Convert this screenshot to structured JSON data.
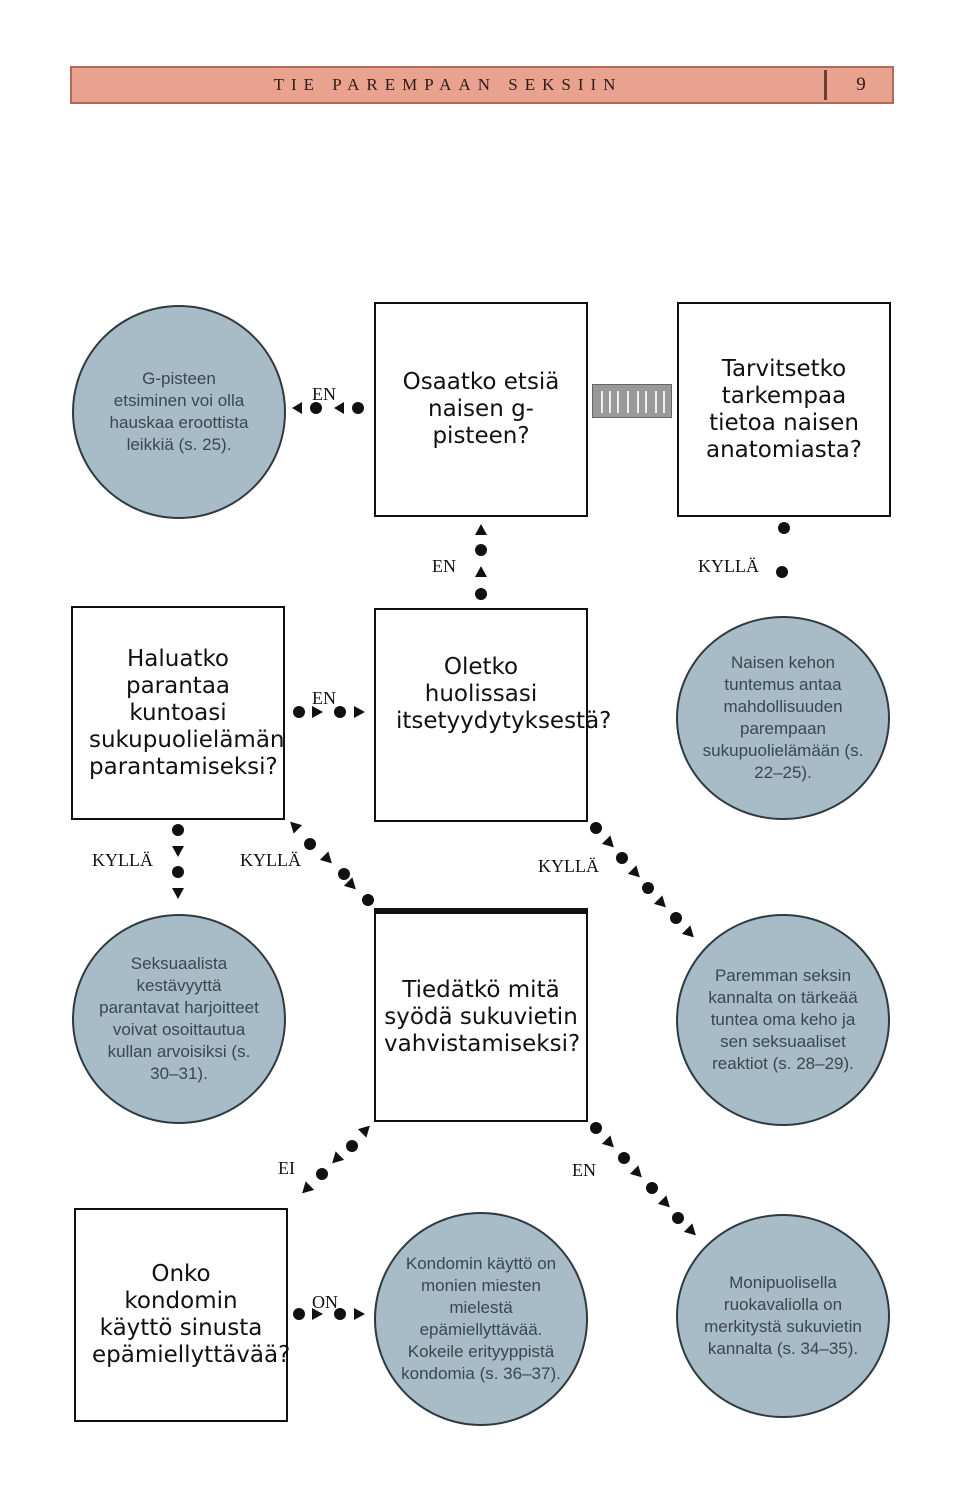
{
  "header": {
    "title": "TIE PAREMPAAN SEKSIIN",
    "page_number": "9"
  },
  "questions": {
    "gspot": "Osaatko etsiä naisen g-pisteen?",
    "anatomy": "Tarvitsetko tarkempaa tietoa naisen anatomiasta?",
    "fitness": "Haluatko parantaa kuntoasi sukupuolielämän parantamiseksi?",
    "satisfaction": "Oletko huolissasi itsetyydytyksestä?",
    "food": "Tiedätkö mitä syödä sukuvietin vahvistamiseksi?",
    "condom": "Onko kondomin käyttö sinusta epämiellyttävää?"
  },
  "info_circles": {
    "gspot": "G-pisteen etsiminen voi olla hauskaa eroottista leikkiä (s. 25).",
    "body": "Naisen kehon tuntemus antaa mahdollisuuden parempaan sukupuolielämään (s. 22–25).",
    "endurance": "Seksuaalista kestävyyttä parantavat harjoitteet voivat osoittautua kullan arvoisiksi (s. 30–31).",
    "know_body": "Paremman seksin kannalta on tärkeää tuntea oma keho ja sen seksuaaliset reaktiot (s. 28–29).",
    "condom": "Kondomin käyttö on monien miesten mielestä epämiellyttävää. Kokeile erityyppistä kondomia (s. 36–37).",
    "diet": "Monipuolisella ruokavaliolla on merkitystä sukuvietin kannalta (s. 34–35)."
  },
  "labels": {
    "en_gspot": "EN",
    "en_up": "EN",
    "kylla_anatomy": "KYLLÄ",
    "en_fitness": "EN",
    "kylla_left": "KYLLÄ",
    "kylla_mid": "KYLLÄ",
    "kylla_right": "KYLLÄ",
    "ei": "EI",
    "en_food": "EN",
    "on_condom": "ON"
  }
}
